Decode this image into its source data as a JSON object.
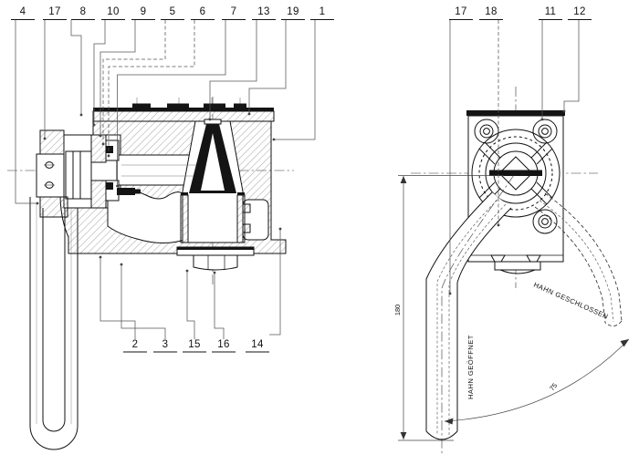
{
  "drawing": {
    "title": "valve-technical-drawing",
    "background_color": "#ffffff",
    "line_color": "#1a1a1a",
    "views": [
      "section-view-with-handle",
      "front-view-with-swing-arc"
    ]
  },
  "callouts": {
    "left_top": [
      "4",
      "17",
      "8",
      "10",
      "9",
      "5",
      "6",
      "7",
      "13",
      "19",
      "1"
    ],
    "left_bottom": [
      "2",
      "3",
      "15",
      "16",
      "14"
    ],
    "right_top": [
      "17",
      "18",
      "11",
      "12"
    ]
  },
  "annotations": {
    "closed_label": "HAHN GESCHLOSSEN",
    "open_label": "HAHN GEÖFFNET",
    "height_dimension": "180",
    "swing_angle": "75"
  }
}
